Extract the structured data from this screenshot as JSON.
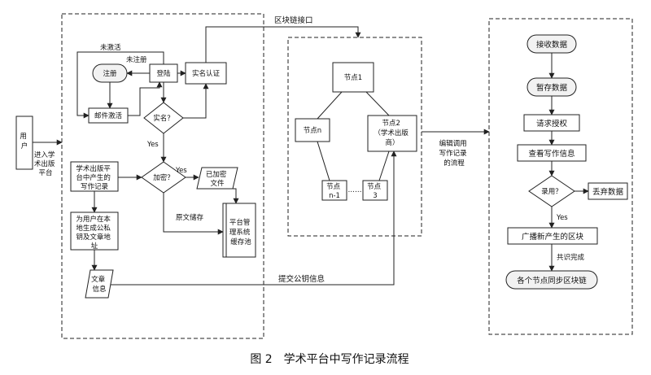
{
  "dashed_labels": {
    "entry": [
      "进入学",
      "术出版",
      "平台"
    ],
    "block_chain_interface": "区块链接口",
    "edit_flow": [
      "编辑调用",
      "写作记录",
      "的流程"
    ],
    "submit_key": "提交公钥信息"
  },
  "left": {
    "user": [
      "用",
      "户"
    ],
    "not_activated": "未激活",
    "not_registered": "未注册",
    "register": "注册",
    "login": "登陆",
    "real_name_auth": "实名认证",
    "email_activation": "邮件激活",
    "real_name_q": "实名？",
    "yes1": "Yes",
    "encrypt_q": "加密？",
    "yes2": "Yes",
    "writing_record": [
      "学术出版平",
      "台中产生的",
      "写作记录"
    ],
    "encrypted_file": [
      "已加密",
      "文件"
    ],
    "original_storage": "原文储存",
    "key_gen": [
      "为用户在本",
      "地生成公私",
      "钥及文章地",
      "址"
    ],
    "buffer_pool": [
      "平台管",
      "理系统",
      "缓存池"
    ],
    "article_info": [
      "文章",
      "信息"
    ]
  },
  "middle": {
    "node1": "节点1",
    "noden": "节点n",
    "node2": [
      "节点2",
      "（学术出版",
      "商）"
    ],
    "noden1": [
      "节点",
      "n-1"
    ],
    "node3": [
      "节点",
      "3"
    ],
    "dots": "……"
  },
  "right": {
    "receive": "接收数据",
    "temp_store": "暂存数据",
    "request_auth": "请求授权",
    "view_record": "查看写作信息",
    "accept_q": "录用？",
    "discard": "丢弃数据",
    "yes": "Yes",
    "broadcast": "广播新产生的区块",
    "consensus_done": "共识完成",
    "sync": "各个节点同步区块链"
  },
  "caption": "图 2　学术平台中写作记录流程"
}
